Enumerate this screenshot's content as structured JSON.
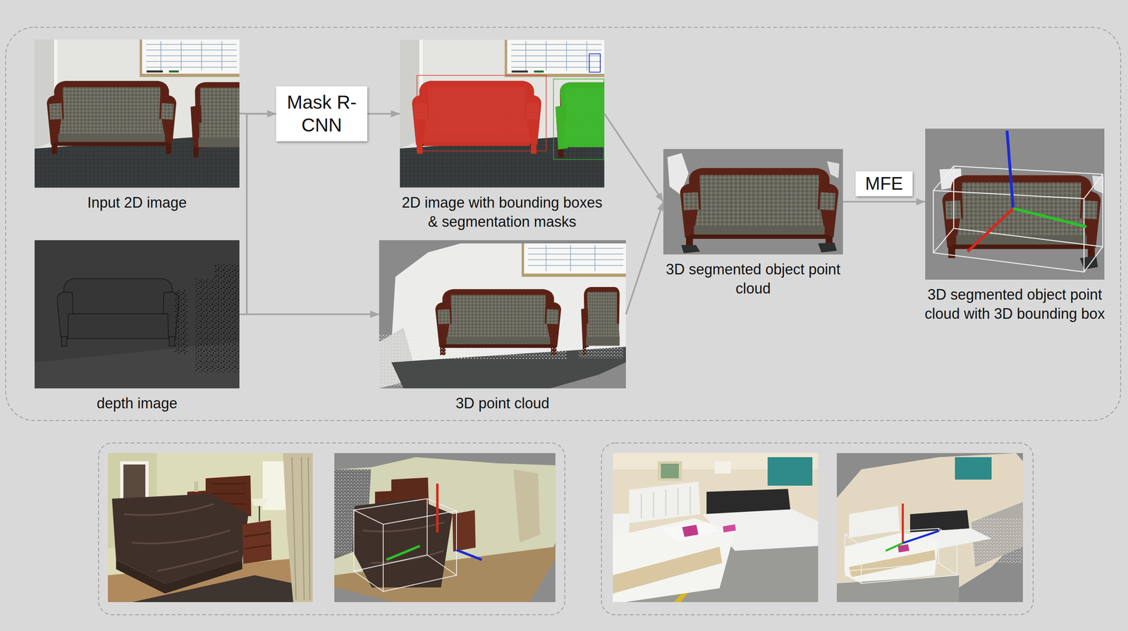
{
  "diagram": {
    "nodes": [
      {
        "text": [
          "Input 2D image"
        ]
      },
      {
        "text": [
          "Mask R-CNN"
        ]
      },
      {
        "text": [
          "2D image with bounding boxes & segmentation masks"
        ]
      },
      {
        "text": [
          "depth image"
        ]
      },
      {
        "text": [
          "3D point cloud"
        ]
      },
      {
        "text": [
          "3D segmented object point cloud"
        ]
      },
      {
        "text": [
          "3D segmented object point cloud with 3D bounding box"
        ]
      }
    ],
    "edges": [
      {
        "from": 0,
        "to": 1,
        "arrow": "to"
      },
      {
        "from": 0,
        "to": 4,
        "arrow": "to"
      },
      {
        "from": 3,
        "to": 1,
        "arrow": "to"
      },
      {
        "from": 3,
        "to": 4,
        "arrow": "to"
      },
      {
        "from": 1,
        "to": 2,
        "arrow": "to"
      },
      {
        "from": 2,
        "to": 5,
        "arrow": "to"
      },
      {
        "from": 4,
        "to": 5,
        "arrow": "to"
      },
      {
        "from": 5,
        "to": 6,
        "label": "MFE",
        "arrow": "to"
      }
    ]
  }
}
